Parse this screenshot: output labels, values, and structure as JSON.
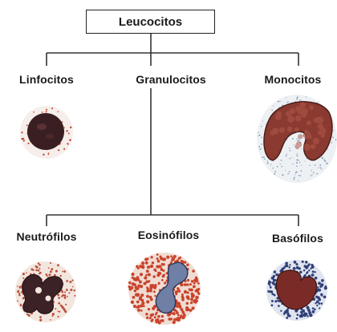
{
  "root": {
    "label": "Leucocitos"
  },
  "level1": [
    {
      "label": "Linfocitos"
    },
    {
      "label": "Granulocitos"
    },
    {
      "label": "Monocitos"
    }
  ],
  "level2": [
    {
      "label": "Neutrófilos"
    },
    {
      "label": "Eosinófilos"
    },
    {
      "label": "Basófilos"
    }
  ],
  "colors": {
    "line": "#333333",
    "nucleus_dark": "#3a1f22",
    "nucleus_mono": "#8a3a30",
    "granule_red": "#c0452e",
    "granule_blue": "#3b4f86",
    "cytoplasm": "#f3ece6"
  }
}
